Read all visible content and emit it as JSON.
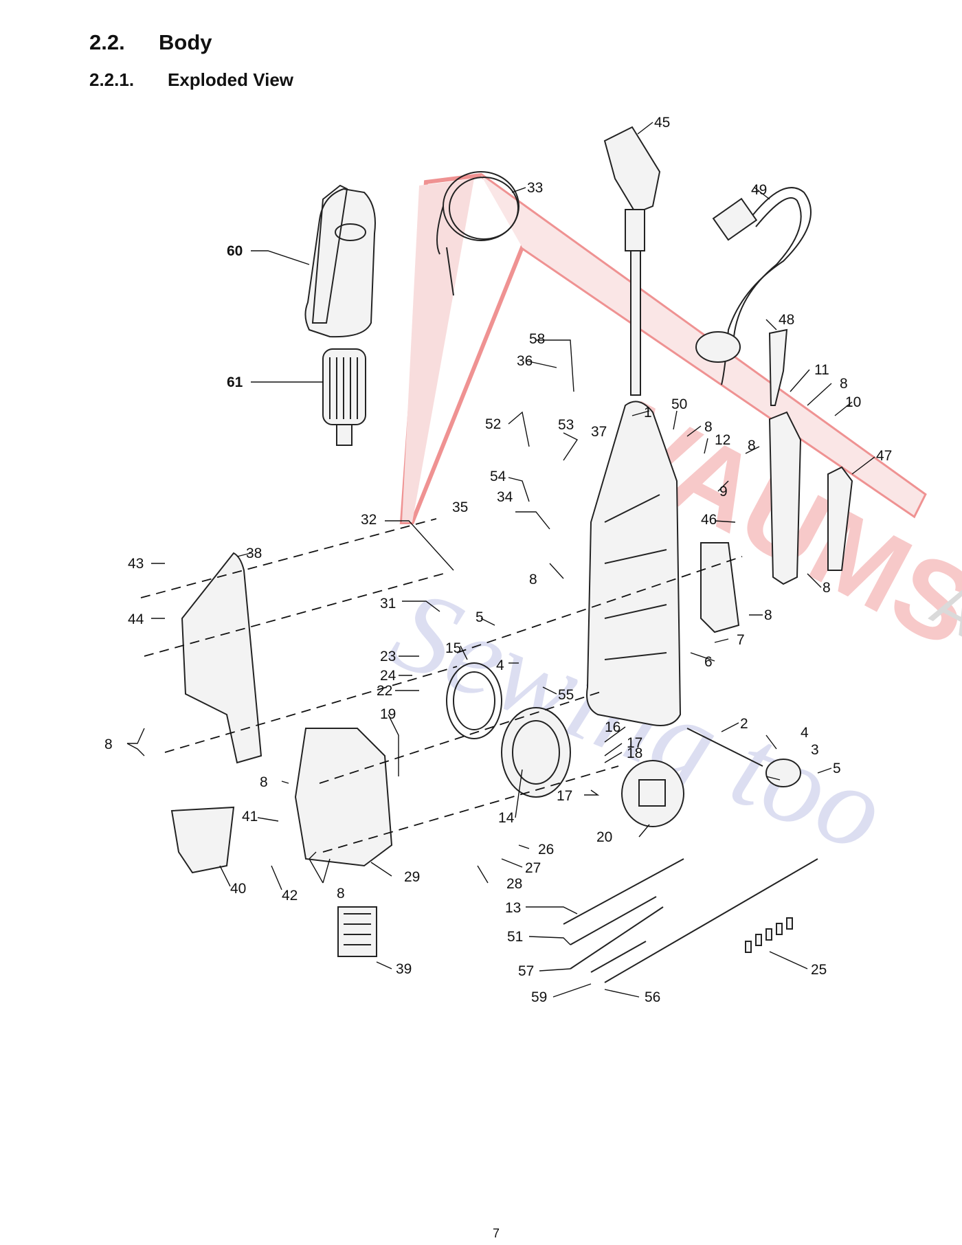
{
  "section": {
    "number": "2.2.",
    "title": "Body"
  },
  "subsection": {
    "number": "2.2.1.",
    "title": "Exploded View"
  },
  "callouts": [
    {
      "id": "c45",
      "label": "45"
    },
    {
      "id": "c33",
      "label": "33"
    },
    {
      "id": "c49",
      "label": "49"
    },
    {
      "id": "c60",
      "label": "60"
    },
    {
      "id": "c61",
      "label": "61"
    },
    {
      "id": "c48",
      "label": "48"
    },
    {
      "id": "c58",
      "label": "58"
    },
    {
      "id": "c36",
      "label": "36"
    },
    {
      "id": "c11",
      "label": "11"
    },
    {
      "id": "c8a",
      "label": "8"
    },
    {
      "id": "c10",
      "label": "10"
    },
    {
      "id": "c1",
      "label": "1"
    },
    {
      "id": "c50",
      "label": "50"
    },
    {
      "id": "c52",
      "label": "52"
    },
    {
      "id": "c53",
      "label": "53"
    },
    {
      "id": "c37",
      "label": "37"
    },
    {
      "id": "c8b",
      "label": "8"
    },
    {
      "id": "c12",
      "label": "12"
    },
    {
      "id": "c8c",
      "label": "8"
    },
    {
      "id": "c47",
      "label": "47"
    },
    {
      "id": "c54",
      "label": "54"
    },
    {
      "id": "c9",
      "label": "9"
    },
    {
      "id": "c35",
      "label": "35"
    },
    {
      "id": "c34",
      "label": "34"
    },
    {
      "id": "c32",
      "label": "32"
    },
    {
      "id": "c46",
      "label": "46"
    },
    {
      "id": "c38",
      "label": "38"
    },
    {
      "id": "c43",
      "label": "43"
    },
    {
      "id": "c8d",
      "label": "8"
    },
    {
      "id": "c8e",
      "label": "8"
    },
    {
      "id": "c44",
      "label": "44"
    },
    {
      "id": "c31",
      "label": "31"
    },
    {
      "id": "c5a",
      "label": "5"
    },
    {
      "id": "c8f",
      "label": "8"
    },
    {
      "id": "c7",
      "label": "7"
    },
    {
      "id": "c15",
      "label": "15"
    },
    {
      "id": "c23",
      "label": "23"
    },
    {
      "id": "c4a",
      "label": "4"
    },
    {
      "id": "c6",
      "label": "6"
    },
    {
      "id": "c24",
      "label": "24"
    },
    {
      "id": "c22",
      "label": "22"
    },
    {
      "id": "c55",
      "label": "55"
    },
    {
      "id": "c19",
      "label": "19"
    },
    {
      "id": "c2",
      "label": "2"
    },
    {
      "id": "c8g",
      "label": "8"
    },
    {
      "id": "c16",
      "label": "16"
    },
    {
      "id": "c17a",
      "label": "17"
    },
    {
      "id": "c4b",
      "label": "4"
    },
    {
      "id": "c18",
      "label": "18"
    },
    {
      "id": "c3",
      "label": "3"
    },
    {
      "id": "c5b",
      "label": "5"
    },
    {
      "id": "c8h",
      "label": "8"
    },
    {
      "id": "c17b",
      "label": "17"
    },
    {
      "id": "c41",
      "label": "41"
    },
    {
      "id": "c14",
      "label": "14"
    },
    {
      "id": "c20",
      "label": "20"
    },
    {
      "id": "c26",
      "label": "26"
    },
    {
      "id": "c27",
      "label": "27"
    },
    {
      "id": "c40",
      "label": "40"
    },
    {
      "id": "c42",
      "label": "42"
    },
    {
      "id": "c8i",
      "label": "8"
    },
    {
      "id": "c29",
      "label": "29"
    },
    {
      "id": "c28",
      "label": "28"
    },
    {
      "id": "c13",
      "label": "13"
    },
    {
      "id": "c51",
      "label": "51"
    },
    {
      "id": "c39",
      "label": "39"
    },
    {
      "id": "c57",
      "label": "57"
    },
    {
      "id": "c25",
      "label": "25"
    },
    {
      "id": "c59",
      "label": "59"
    },
    {
      "id": "c56",
      "label": "56"
    }
  ],
  "watermark": {
    "text": "Vacuums Repair and Sewing too",
    "color_red": "#e23a3a",
    "color_blue": "#4a55b8",
    "color_gray": "#bdbdbd"
  },
  "page_number": "7"
}
